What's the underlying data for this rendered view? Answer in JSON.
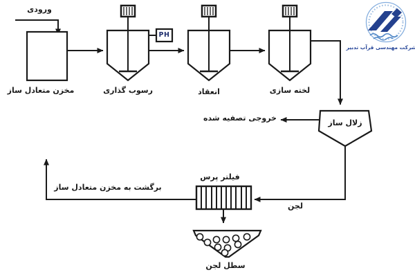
{
  "labels": {
    "input": "ورودی",
    "equalization_tank": "مخزن متعادل ساز",
    "ph_box": "PH",
    "sedimentation": "رسوب گذاری",
    "coagulation": "انعقاد",
    "flocculation": "لخته سازی",
    "clarifier": "زلال ساز",
    "treated_output": "خروجی تصفیه شده",
    "filter_press": "فیلتر پرس",
    "sludge": "لجن",
    "return_to_tank": "برگشت به مخزن متعادل ساز",
    "sludge_bucket": "سطل لجن"
  },
  "branding": {
    "company_name": "شرکت مهندسی قرآب تدبیر"
  },
  "colors": {
    "line": "#1a1a1a",
    "label_text": "#1a1a1a",
    "ph_text": "#1f2e6e",
    "logo_navy": "#24418e",
    "logo_light_blue": "#85aede",
    "logo_wave_blue": "#4f87c7",
    "company_text": "#2b4a9b",
    "background": "#ffffff"
  }
}
